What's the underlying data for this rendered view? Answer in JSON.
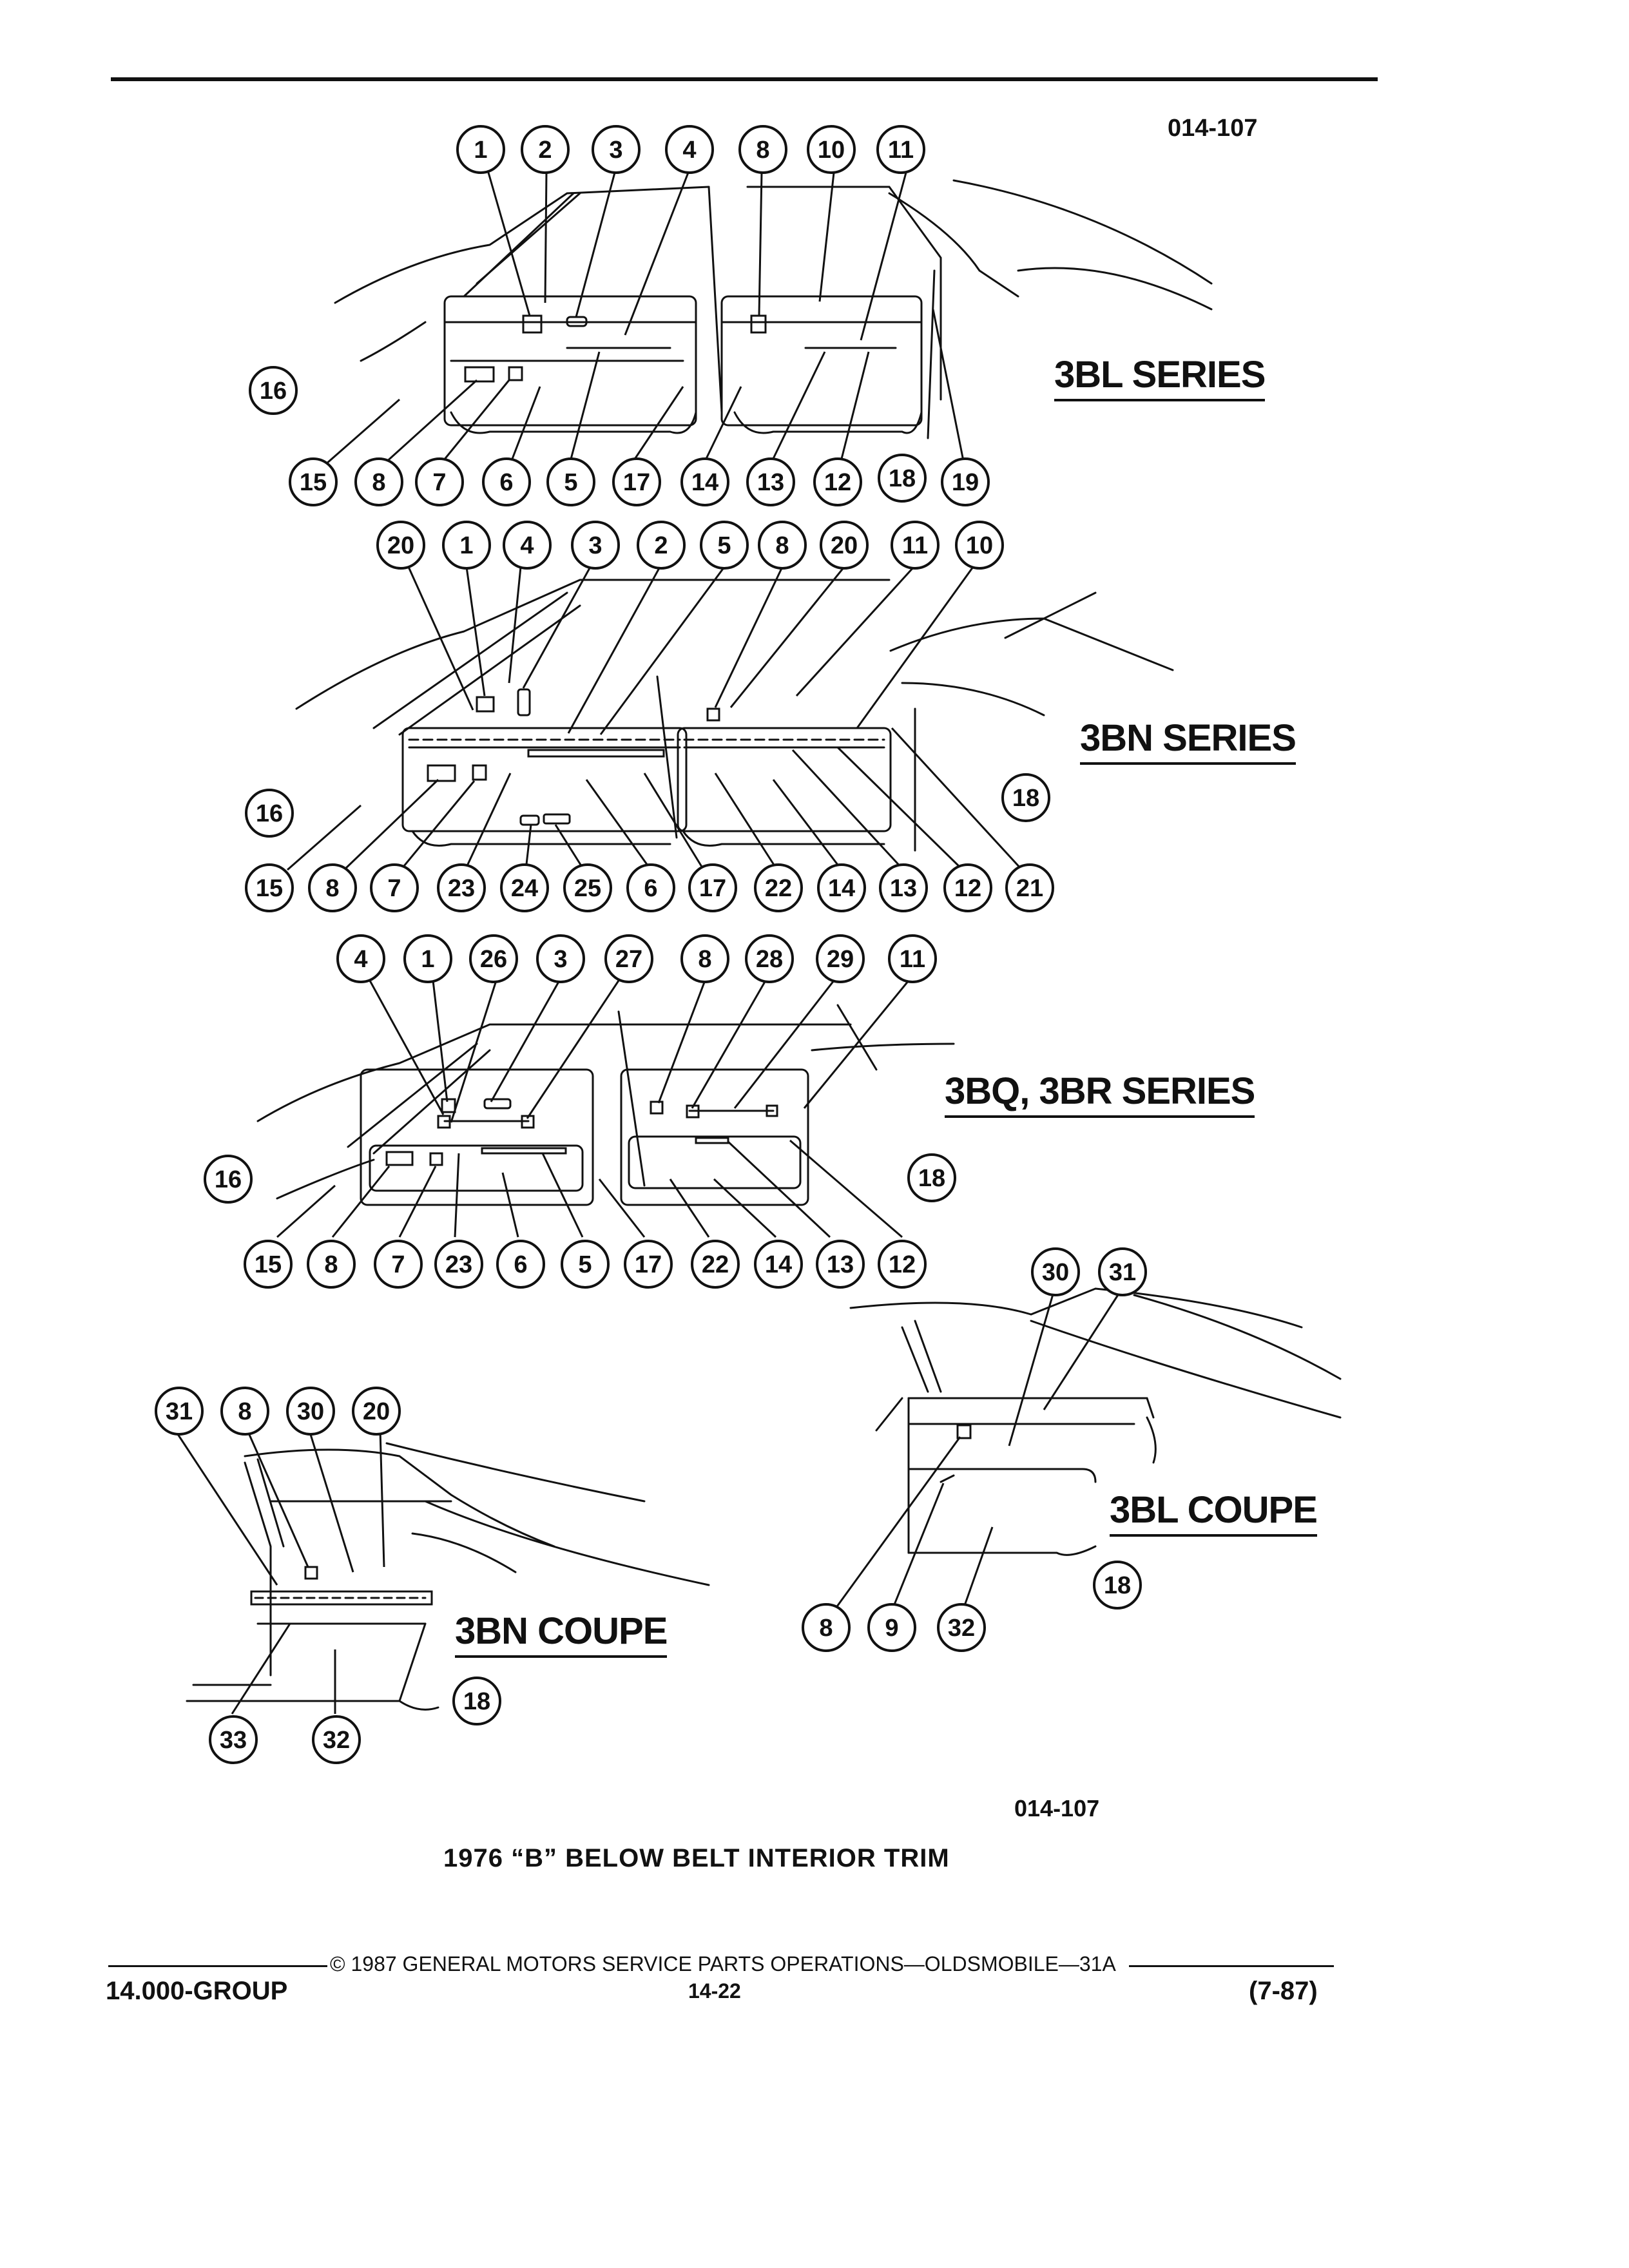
{
  "figure_id_top": "014-107",
  "figure_id_bottom": "014-107",
  "caption": "1976 “B” BELOW BELT INTERIOR TRIM",
  "views": {
    "bl_series": {
      "title": "3BL SERIES",
      "top_callouts": [
        "1",
        "2",
        "3",
        "4",
        "8",
        "10",
        "11"
      ],
      "side_callouts": [
        "16"
      ],
      "bottom_callouts": [
        "15",
        "8",
        "7",
        "6",
        "5",
        "17",
        "14",
        "13",
        "12",
        "18",
        "19"
      ]
    },
    "bn_series": {
      "title": "3BN SERIES",
      "top_callouts": [
        "20",
        "1",
        "4",
        "3",
        "2",
        "5",
        "8",
        "20",
        "11",
        "10"
      ],
      "side_callouts": [
        "16",
        "18"
      ],
      "bottom_callouts": [
        "15",
        "8",
        "7",
        "23",
        "24",
        "25",
        "6",
        "17",
        "22",
        "14",
        "13",
        "12",
        "21"
      ]
    },
    "bq_br_series": {
      "title": "3BQ, 3BR SERIES",
      "top_callouts": [
        "4",
        "1",
        "26",
        "3",
        "27",
        "8",
        "28",
        "29",
        "11"
      ],
      "side_callouts": [
        "16",
        "18"
      ],
      "bottom_callouts": [
        "15",
        "8",
        "7",
        "23",
        "6",
        "5",
        "17",
        "22",
        "14",
        "13",
        "12"
      ]
    },
    "bl_coupe": {
      "title": "3BL  COUPE",
      "top_callouts": [
        "30",
        "31"
      ],
      "side_callouts": [
        "18"
      ],
      "bottom_callouts": [
        "8",
        "9",
        "32"
      ]
    },
    "bn_coupe": {
      "title": "3BN COUPE",
      "top_callouts": [
        "31",
        "8",
        "30",
        "20"
      ],
      "side_callouts": [
        "18"
      ],
      "bottom_callouts": [
        "33",
        "32"
      ]
    }
  },
  "footer": {
    "copyright": "©  1987  GENERAL MOTORS SERVICE PARTS OPERATIONS—OLDSMOBILE—31A",
    "group": "14.000-GROUP",
    "page": "14-22",
    "revision": "(7-87)"
  }
}
